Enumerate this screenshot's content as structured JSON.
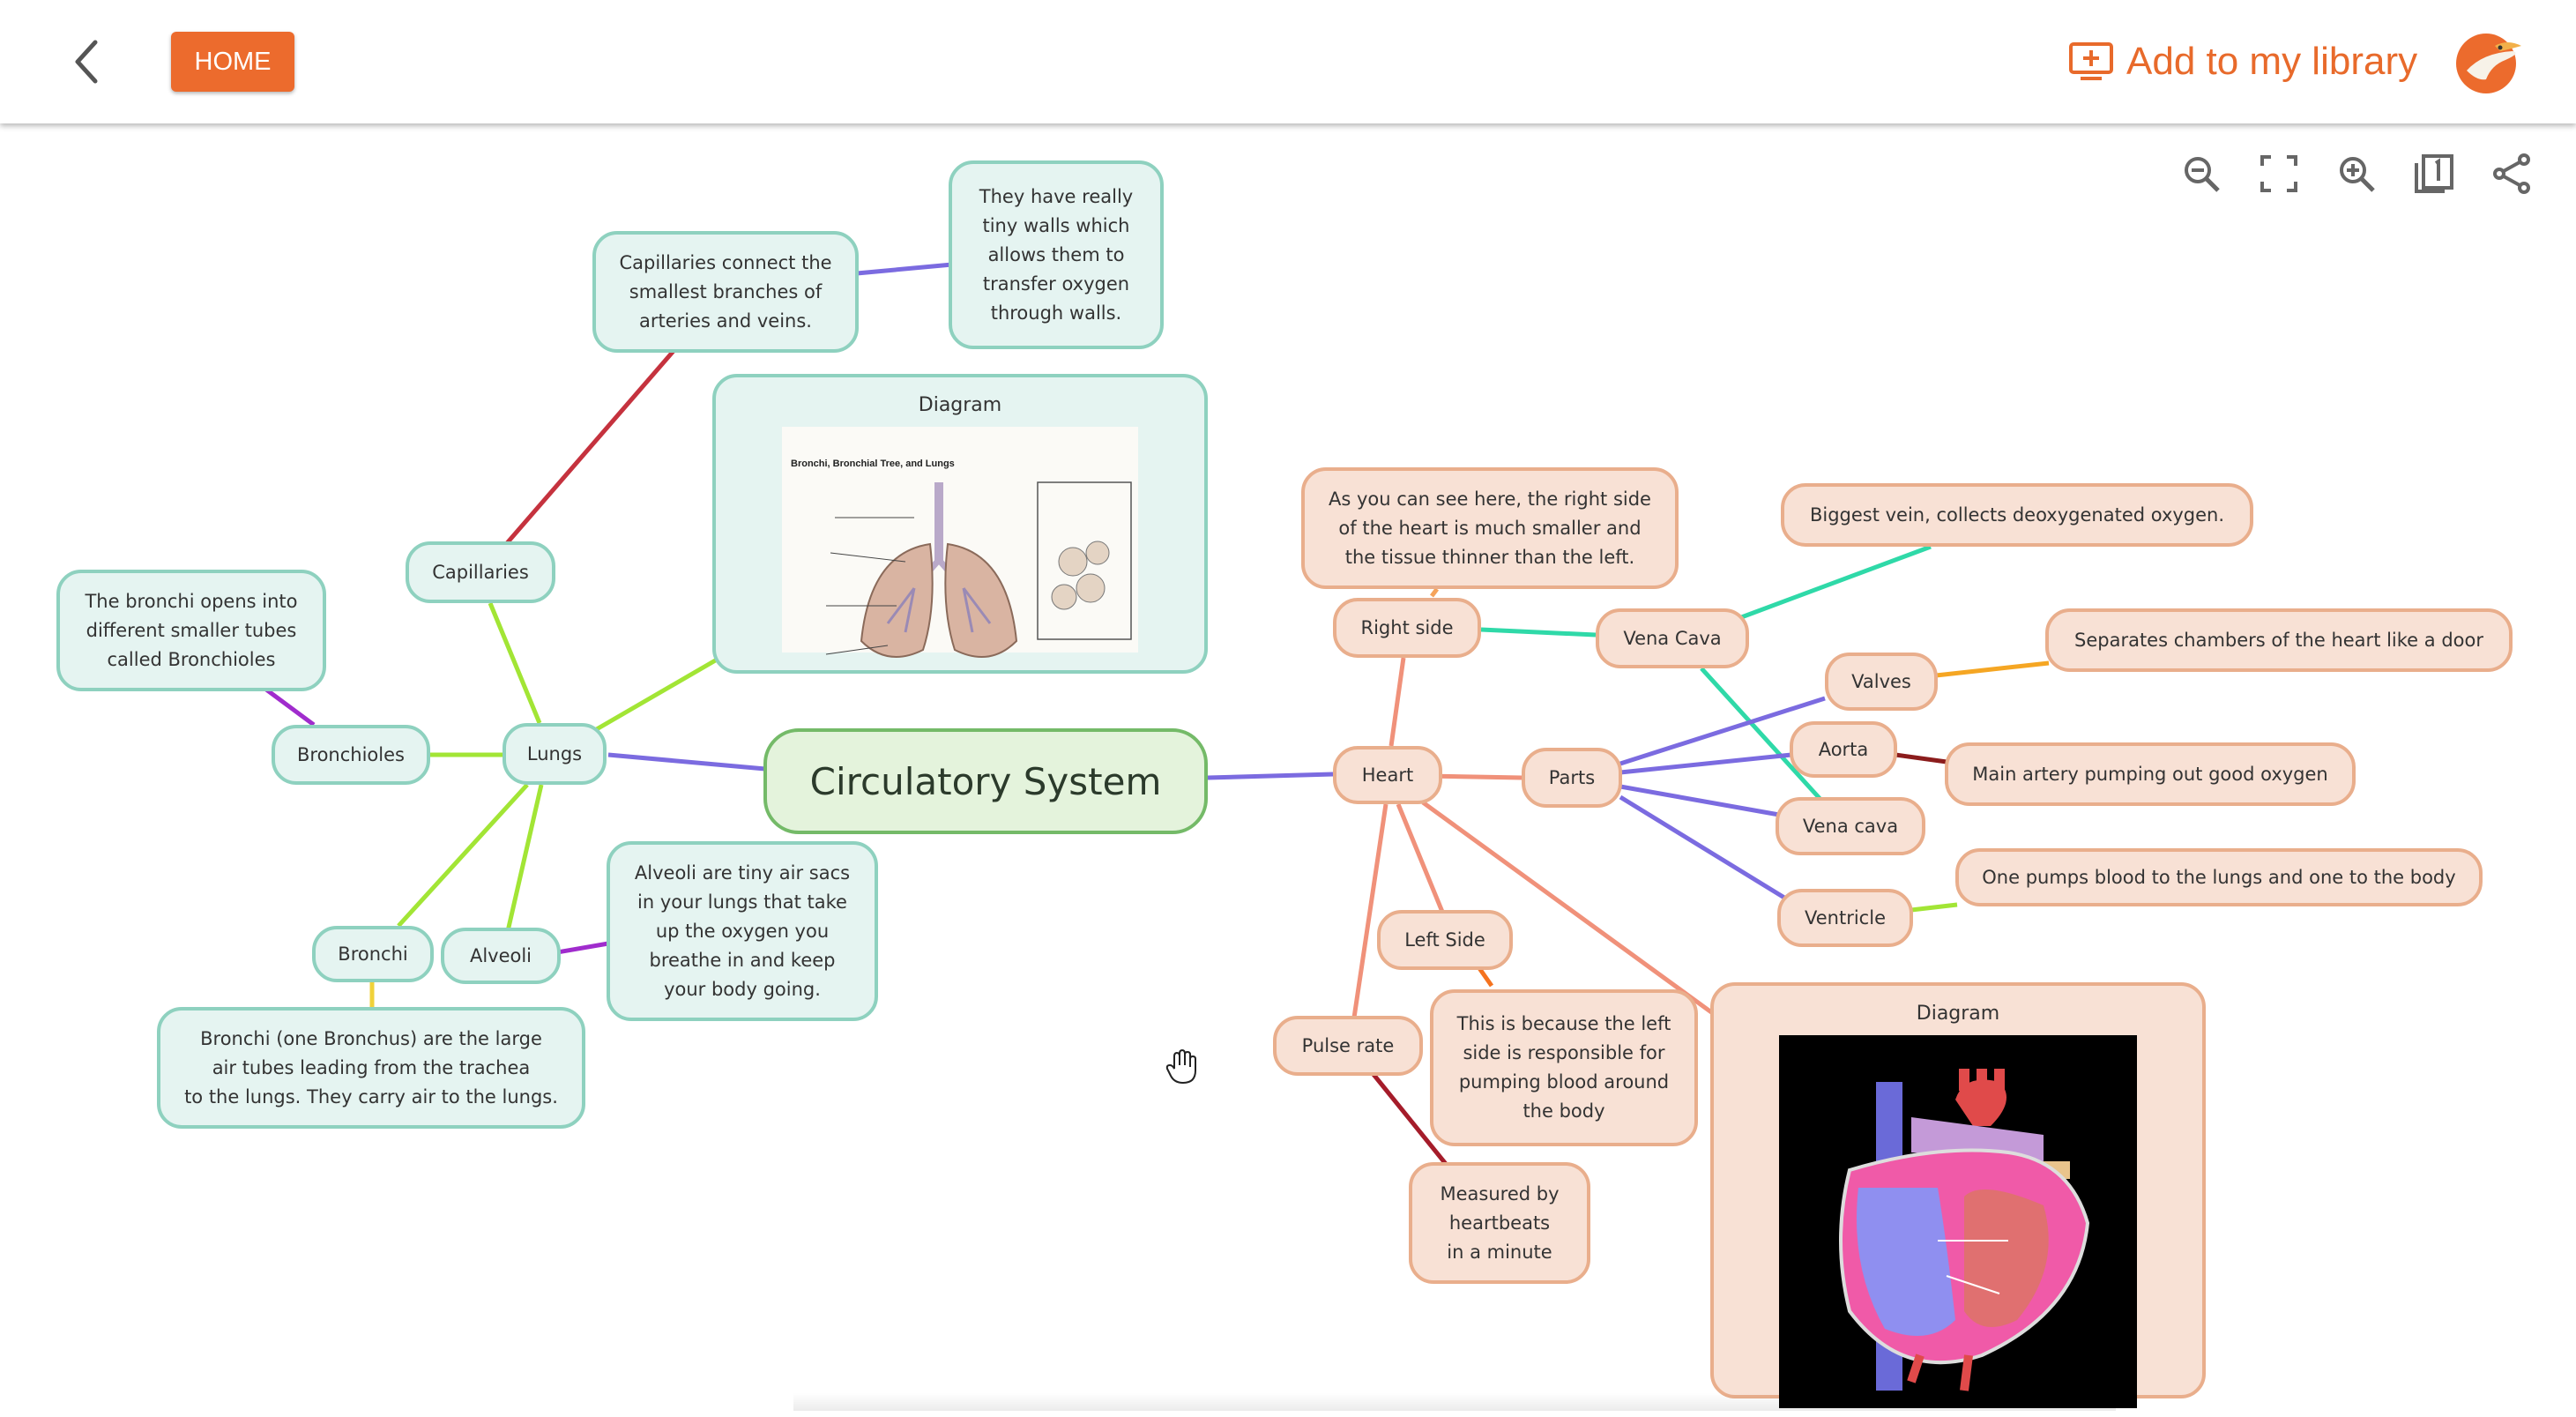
{
  "topbar": {
    "home_label": "HOME",
    "add_library_label": "Add to my library"
  },
  "toolbar": {
    "icons": [
      "zoom-out-icon",
      "fullscreen-icon",
      "zoom-in-icon",
      "page-view-icon",
      "share-icon"
    ]
  },
  "colors": {
    "accent": "#ec6b2d",
    "green_node_fill": "#e5f4f1",
    "green_node_border": "#8ed1bf",
    "orange_node_fill": "#f8e1d5",
    "orange_node_border": "#e9ae8c",
    "center_fill": "#e4f3dc",
    "center_border": "#74ba68"
  },
  "mindmap": {
    "central": "Circulatory System",
    "left": {
      "lungs": "Lungs",
      "capillaries": "Capillaries",
      "capillaries_note": "Capillaries connect the\nsmallest branches of\narteries and veins.",
      "capillaries_walls_note": "They have really\ntiny walls which\nallows them to\ntransfer oxygen\nthrough walls.",
      "diagram_title": "Diagram",
      "lungs_image_caption": "Bronchi, Bronchial Tree, and Lungs",
      "bronchioles": "Bronchioles",
      "bronchioles_note": "The bronchi opens into\ndifferent smaller tubes\ncalled Bronchioles",
      "bronchi": "Bronchi",
      "bronchi_note": "Bronchi (one Bronchus) are the large\nair tubes leading from the trachea\nto the lungs. They carry air to the lungs.",
      "alveoli": "Alveoli",
      "alveoli_note": "Alveoli are tiny air sacs\nin your lungs that take\nup the oxygen you\nbreathe in and keep\nyour body going."
    },
    "right": {
      "heart": "Heart",
      "right_side": "Right side",
      "right_side_note": "As you can see here, the right side\nof the heart is much smaller and\nthe tissue thinner than the left.",
      "vena_cava_top": "Vena Cava",
      "vena_cava_top_note": "Biggest vein, collects deoxygenated oxygen.",
      "parts": "Parts",
      "valves": "Valves",
      "valves_note": "Separates chambers of the heart like a door",
      "aorta": "Aorta",
      "aorta_note": "Main artery pumping out good oxygen",
      "vena_cava_bottom": "Vena cava",
      "ventricle": "Ventricle",
      "ventricle_note": "One pumps blood to the lungs and one to the body",
      "left_side": "Left Side",
      "left_side_note": "This is because the left\nside is responsible for\npumping blood around\nthe body",
      "pulse_rate": "Pulse rate",
      "pulse_note": "Measured by\nheartbeats\nin a minute",
      "diagram_title": "Diagram"
    }
  }
}
